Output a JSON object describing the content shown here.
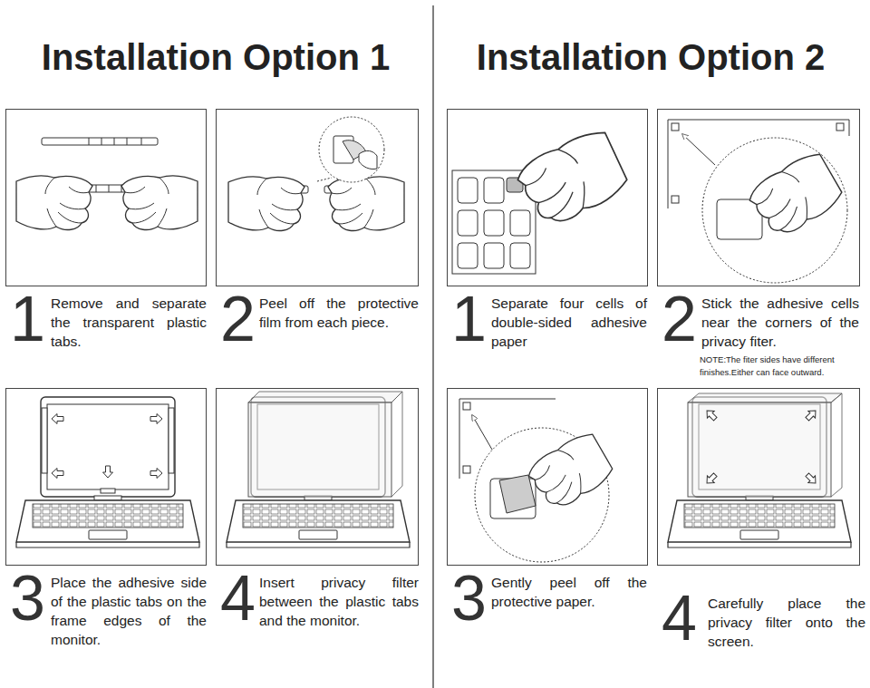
{
  "diagram": {
    "nodes": [
      {
        "text": [
          "1",
          "Remove and separate the transparent plastic tabs."
        ]
      },
      {
        "text": [
          "2",
          "Peel off the protective film from each piece."
        ]
      },
      {
        "text": [
          "3",
          "Place the adhesive side of the plastic tabs on the frame edges of the monitor."
        ]
      },
      {
        "text": [
          "4",
          "Insert privacy filter between the plastic tabs and the monitor."
        ]
      },
      {
        "text": [
          "1",
          "Separate four cells of double-sided adhesive paper"
        ]
      },
      {
        "text": [
          "2",
          "Stick the adhesive cells near the corners of the privacy fiter."
        ]
      },
      {
        "text": [
          "3",
          "Gently peel off the protective paper."
        ]
      },
      {
        "text": [
          "4",
          "Carefully place the privacy filter onto the screen."
        ]
      }
    ],
    "labels": [
      "Installation Option 1",
      "Installation Option 2",
      "NOTE:The fiter sides have different finishes.Either can face outward."
    ]
  }
}
